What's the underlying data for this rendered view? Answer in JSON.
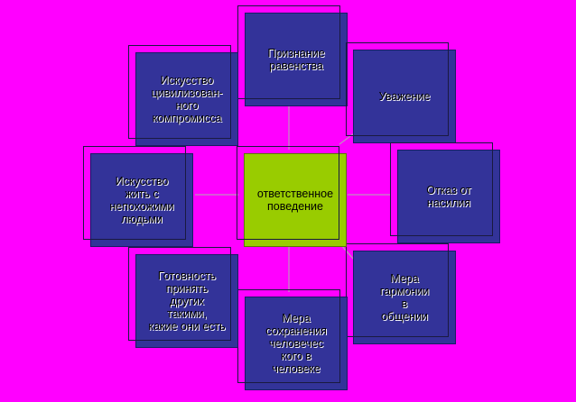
{
  "diagram": {
    "center": "ответственное поведение",
    "nodes": {
      "top": "Признание\nравенства",
      "top_right": "Уважение",
      "right": "Отказ от\nнасилия",
      "bottom_right": "Мера\nгармонии\nв\nобщении",
      "bottom": "Мера\nсохранения\nчеловечес\nкого в\nчеловеке",
      "bottom_left": "Готовность\nпринять\nдругих\nтакими,\nкакие они есть",
      "left": "Искусство\nжить с\nнепохожими\nлюдьми",
      "top_left": "Искусство\nцивилизован-\nного\nкомпромисса"
    },
    "colors": {
      "background": "#ff00ff",
      "node_fill": "#333399",
      "center_fill": "#99cc00",
      "connector": "#b0b0b0"
    }
  }
}
